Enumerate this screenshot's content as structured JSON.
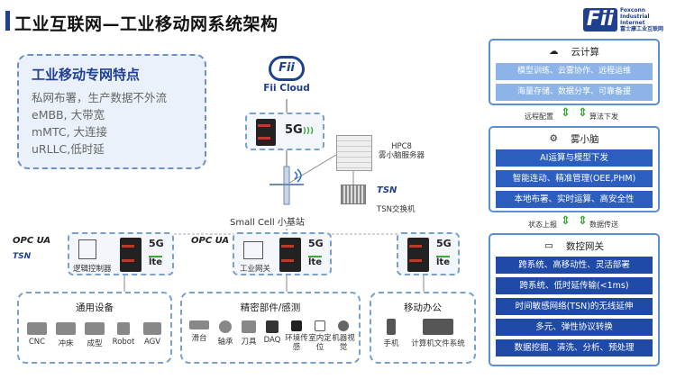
{
  "title": "工业互联网—工业移动网系统架构",
  "logo": {
    "mark": "Fii",
    "line1": "Foxconn",
    "line2": "Industrial",
    "line3": "Internet",
    "line4": "富士康工业互联网"
  },
  "features": {
    "heading": "工业移动专网特点",
    "items": [
      "私网布署，生产数据不外流",
      "eMBB, 大带宽",
      "mMTC, 大连接",
      "uRLLC,低时延"
    ]
  },
  "cloud_logo": {
    "mark": "Fii",
    "label": "Fii Cloud"
  },
  "core": {
    "g5": "5G"
  },
  "hpc": {
    "line1": "HPC8",
    "line2": "雾小脑服务器"
  },
  "tsn_switch": {
    "logo": "TSN",
    "label": "TSN交换机"
  },
  "small_cell": "Small Cell 小基站",
  "protocols": {
    "opcua": "OPC UA",
    "tsn": "TSN"
  },
  "edge_nodes": [
    {
      "label": "逻辑控制器",
      "g5": "5G",
      "lte": "lte"
    },
    {
      "label": "工业网关",
      "g5": "5G",
      "lte": "lte"
    },
    {
      "label": "",
      "g5": "5G",
      "lte": "lte"
    }
  ],
  "groups": [
    {
      "title": "通用设备",
      "items": [
        "CNC",
        "冲床",
        "成型",
        "Robot",
        "AGV"
      ]
    },
    {
      "title": "精密部件/感测",
      "items": [
        "滑台",
        "轴承",
        "刀具",
        "DAQ",
        "环境传感",
        "室内定位",
        "机器视觉"
      ]
    },
    {
      "title": "移动办公",
      "items": [
        "手机",
        "计算机文件系统"
      ]
    }
  ],
  "right": {
    "cloud": {
      "title": "云计算",
      "bars": [
        "模型训练、云雾协作、远程运维",
        "海量存储、数据分享、可靠备援"
      ]
    },
    "arrows1": {
      "left": "远程配置",
      "right": "算法下发"
    },
    "fog": {
      "title": "雾小脑",
      "bars": [
        "AI运算与模型下发",
        "智能连动、精准管理(OEE,PHM)",
        "本地布署、实时运算、高安全性"
      ]
    },
    "arrows2": {
      "left": "状态上报",
      "right": "数据传送"
    },
    "gateway": {
      "title": "数控网关",
      "bars": [
        "跨系统、高移动性、灵活部署",
        "跨系统、低时延传输(<1ms)",
        "时间敏感网络(TSN)的无线延伸",
        "多元、弹性协议转换",
        "数据挖掘、清洗、分析、预处理"
      ]
    }
  },
  "colors": {
    "brand": "#1f3f8f",
    "accent_green": "#3aaa35",
    "bar_dark": "#1f4aa8",
    "bar_light": "#8cb4e8"
  }
}
